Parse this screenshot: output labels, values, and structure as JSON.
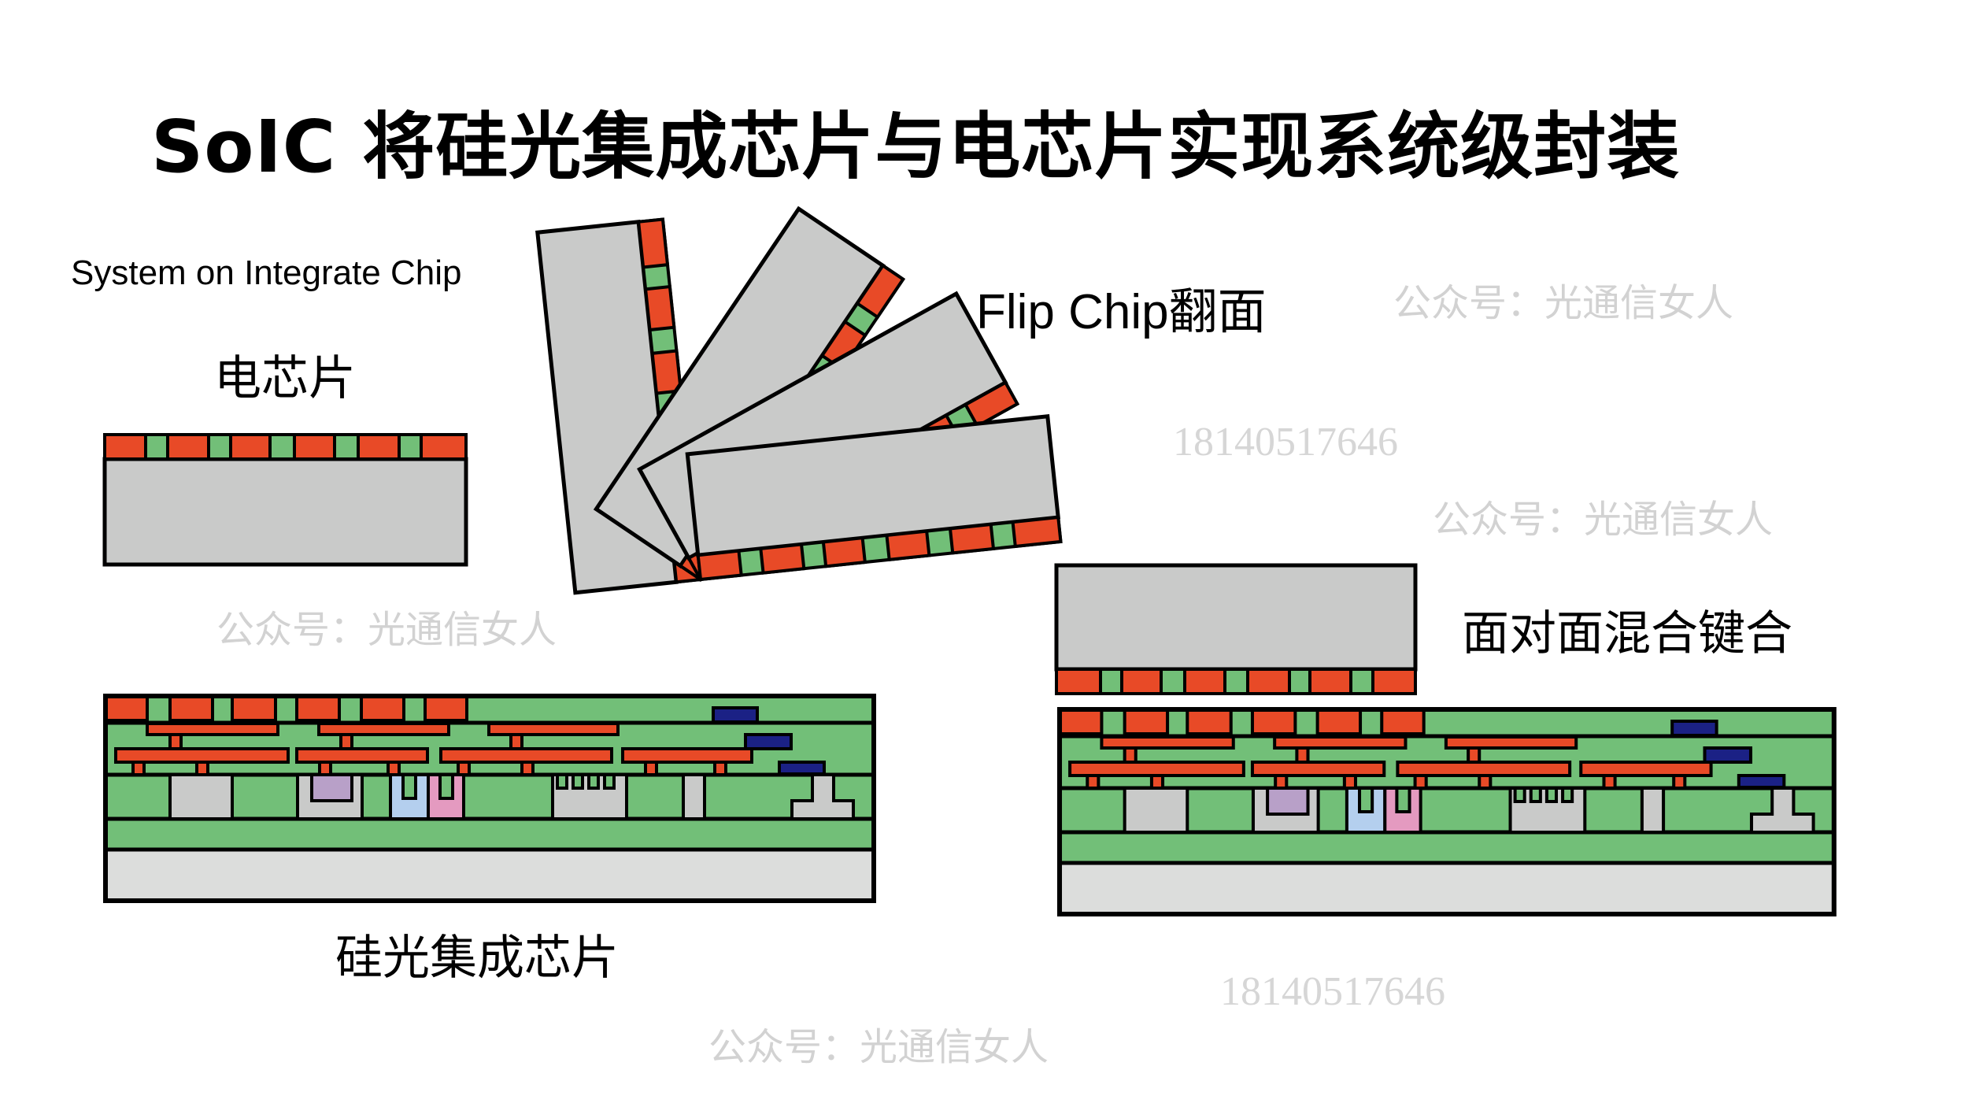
{
  "title": "SoIC 将硅光集成芯片与电芯片实现系统级封装",
  "subtitle": "System on Integrate Chip",
  "labels": {
    "electronic_chip": "电芯片",
    "flip_chip": "Flip Chip翻面",
    "hybrid_bonding": "面对面混合键合",
    "photonic_chip": "硅光集成芯片"
  },
  "watermarks": {
    "account": "公众号：光通信女人",
    "phone": "18140517646"
  },
  "colors": {
    "pad": "#e84a27",
    "dielectric": "#72bf78",
    "silicon": "#c9cac9",
    "substrate": "#dcdddc",
    "blue_metal": "#1b2185",
    "purple": "#b8a0c8",
    "light_blue": "#b4cfee",
    "pink": "#e49ac0",
    "outline": "#000000"
  },
  "flip_sequence_angles_deg": [
    -96,
    -56,
    -29,
    -6
  ]
}
